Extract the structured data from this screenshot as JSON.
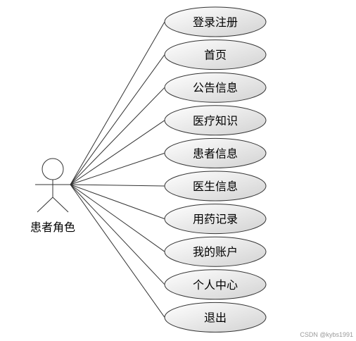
{
  "diagram": {
    "actor": {
      "label": "患者角色"
    },
    "use_cases": [
      {
        "id": "login-register",
        "label": "登录注册"
      },
      {
        "id": "home",
        "label": "首页"
      },
      {
        "id": "announcement-info",
        "label": "公告信息"
      },
      {
        "id": "medical-knowledge",
        "label": "医疗知识"
      },
      {
        "id": "patient-info",
        "label": "患者信息"
      },
      {
        "id": "doctor-info",
        "label": "医生信息"
      },
      {
        "id": "medication-record",
        "label": "用药记录"
      },
      {
        "id": "my-account",
        "label": "我的账户"
      },
      {
        "id": "personal-center",
        "label": "个人中心"
      },
      {
        "id": "logout",
        "label": "退出"
      }
    ],
    "colors": {
      "ellipse_fill_light": "#ffffff",
      "ellipse_fill_dark": "#d2d2d2",
      "stroke": "#333333"
    }
  },
  "watermark": "CSDN @kybs1991"
}
